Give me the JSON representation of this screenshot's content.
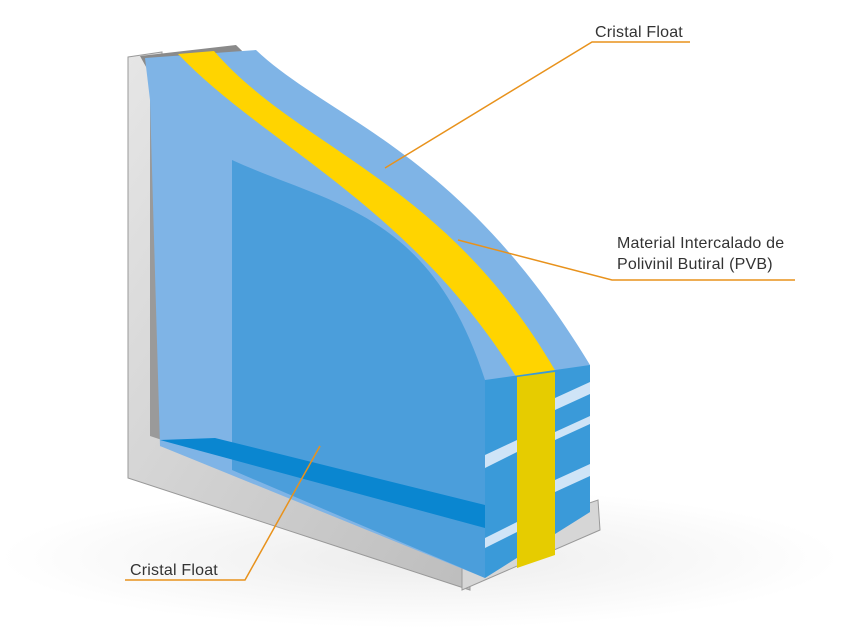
{
  "labels": {
    "top": "Cristal Float",
    "middle_line1": "Material Intercalado de",
    "middle_line2": "Polivinil Butiral (PVB)",
    "bottom": "Cristal Float"
  },
  "colors": {
    "leader": "#e8921c",
    "glass_light": "#7fb4e6",
    "glass_face": "#4b9edb",
    "pvb": "#ffd400",
    "frame": "#c9c9c9"
  }
}
